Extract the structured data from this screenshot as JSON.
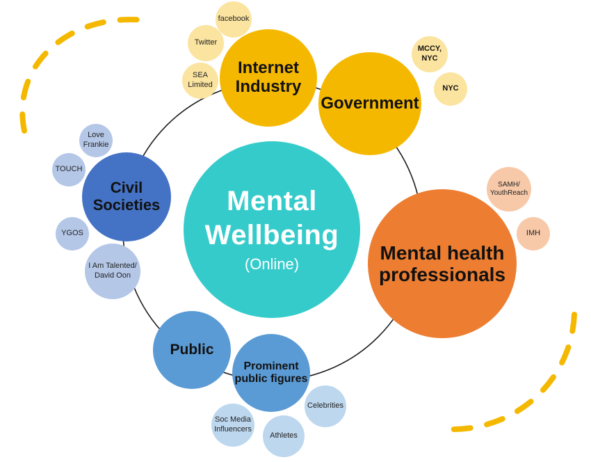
{
  "colors": {
    "hub": "#36CBCB",
    "industry": "#F5B800",
    "industry_sat": "#FBE4A0",
    "health": "#ED7D31",
    "health_sat": "#F7C9A9",
    "civil": "#4472C4",
    "civil_sat": "#B4C7E7",
    "public": "#5B9BD5",
    "public_sat": "#BDD7EE",
    "ring": "#1a1a1a",
    "dash": "#F5B800"
  },
  "hub": {
    "line1": "Mental",
    "line2": "Wellbeing",
    "line3": "(Online)"
  },
  "stakeholders": {
    "internet_industry": {
      "line1": "Internet",
      "line2": "Industry"
    },
    "government": {
      "line1": "Government"
    },
    "mental_health": {
      "line1": "Mental health",
      "line2": "professionals"
    },
    "prominent": {
      "line1": "Prominent",
      "line2": "public figures"
    },
    "public": {
      "line1": "Public"
    },
    "civil_societies": {
      "line1": "Civil",
      "line2": "Societies"
    }
  },
  "satellites": {
    "facebook": {
      "line1": "facebook"
    },
    "twitter": {
      "line1": "Twitter"
    },
    "sea_limited": {
      "line1": "SEA",
      "line2": "Limited"
    },
    "mccy_nyc": {
      "line1": "MCCY,",
      "line2": "NYC"
    },
    "nyc": {
      "line1": "NYC"
    },
    "samh": {
      "line1": "SAMH/",
      "line2": "YouthReach"
    },
    "imh": {
      "line1": "IMH"
    },
    "celebrities": {
      "line1": "Celebrities"
    },
    "soc_media": {
      "line1": "Soc Media",
      "line2": "Influencers"
    },
    "athletes": {
      "line1": "Athletes"
    },
    "love_frankie": {
      "line1": "Love",
      "line2": "Frankie"
    },
    "touch": {
      "line1": "TOUCH"
    },
    "ygos": {
      "line1": "YGOS"
    },
    "i_am_talented": {
      "line1": "I Am Talented/",
      "line2": "David Oon"
    }
  }
}
